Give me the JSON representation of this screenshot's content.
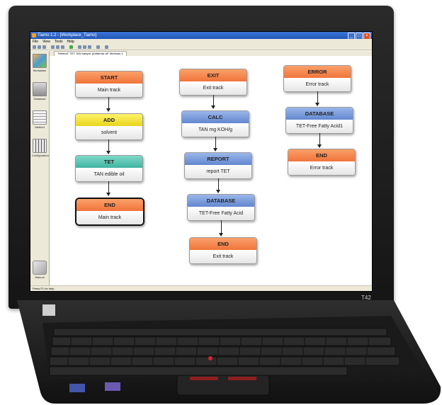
{
  "window": {
    "title": "Tiamo 1.2 - [Workplace_Tiamo]",
    "controls": [
      "_",
      "□",
      "×"
    ]
  },
  "menu": [
    "File",
    "View",
    "Tools",
    "Help"
  ],
  "tab": {
    "label": "\"Method\" TET-TAN sample (Antfamar dil\" Methode 1"
  },
  "sidebar": {
    "items": [
      {
        "label": "Workplace",
        "icon": "workplace-icon"
      },
      {
        "label": "Database",
        "icon": "database-icon"
      },
      {
        "label": "Method",
        "icon": "method-icon"
      },
      {
        "label": "Configuration",
        "icon": "configuration-icon"
      },
      {
        "label": "Manual",
        "icon": "manual-icon"
      }
    ]
  },
  "status": "Press F1 for help",
  "laptop": {
    "model": "T42"
  },
  "flow": {
    "main": [
      {
        "title": "START",
        "subtitle": "Main track",
        "color": "#f0743a"
      },
      {
        "title": "ADD",
        "subtitle": "solvent",
        "color": "#e8d51c"
      },
      {
        "title": "TET",
        "subtitle": "TAN edible oil",
        "color": "#3fb3a2"
      },
      {
        "title": "END",
        "subtitle": "Main track",
        "color": "#f0743a"
      }
    ],
    "exit": [
      {
        "title": "EXIT",
        "subtitle": "Exit track",
        "color": "#f0743a"
      },
      {
        "title": "CALC",
        "subtitle": "TAN mg KOH/g",
        "color": "#6287cf"
      },
      {
        "title": "REPORT",
        "subtitle": "report TET",
        "color": "#6287cf"
      },
      {
        "title": "DATABASE",
        "subtitle": "TET-Free Fatty Acid",
        "color": "#6287cf"
      },
      {
        "title": "END",
        "subtitle": "Exit track",
        "color": "#f0743a"
      }
    ],
    "error": [
      {
        "title": "ERROR",
        "subtitle": "Error track",
        "color": "#f0743a"
      },
      {
        "title": "DATABASE",
        "subtitle": "TET-Free Fatty Acid1",
        "color": "#6287cf"
      },
      {
        "title": "END",
        "subtitle": "Error track",
        "color": "#f0743a"
      }
    ]
  }
}
